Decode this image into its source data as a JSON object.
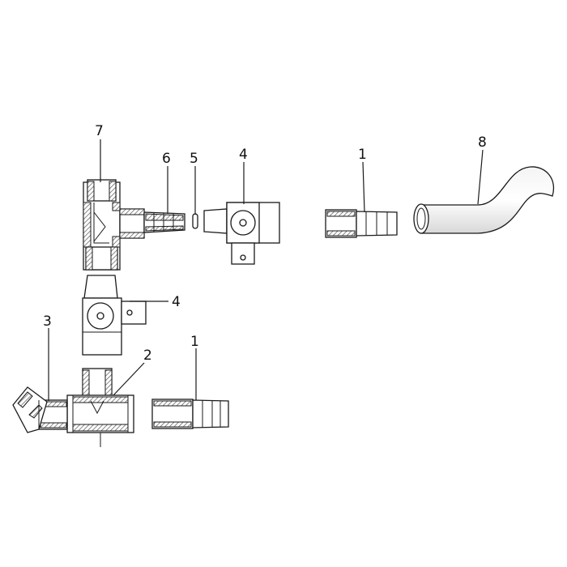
{
  "callouts": {
    "c7": "7",
    "c6": "6",
    "c5": "5",
    "c4_top": "4",
    "c1_top": "1",
    "c8": "8",
    "c4_mid": "4",
    "c3": "3",
    "c2": "2",
    "c1_bottom": "1"
  }
}
